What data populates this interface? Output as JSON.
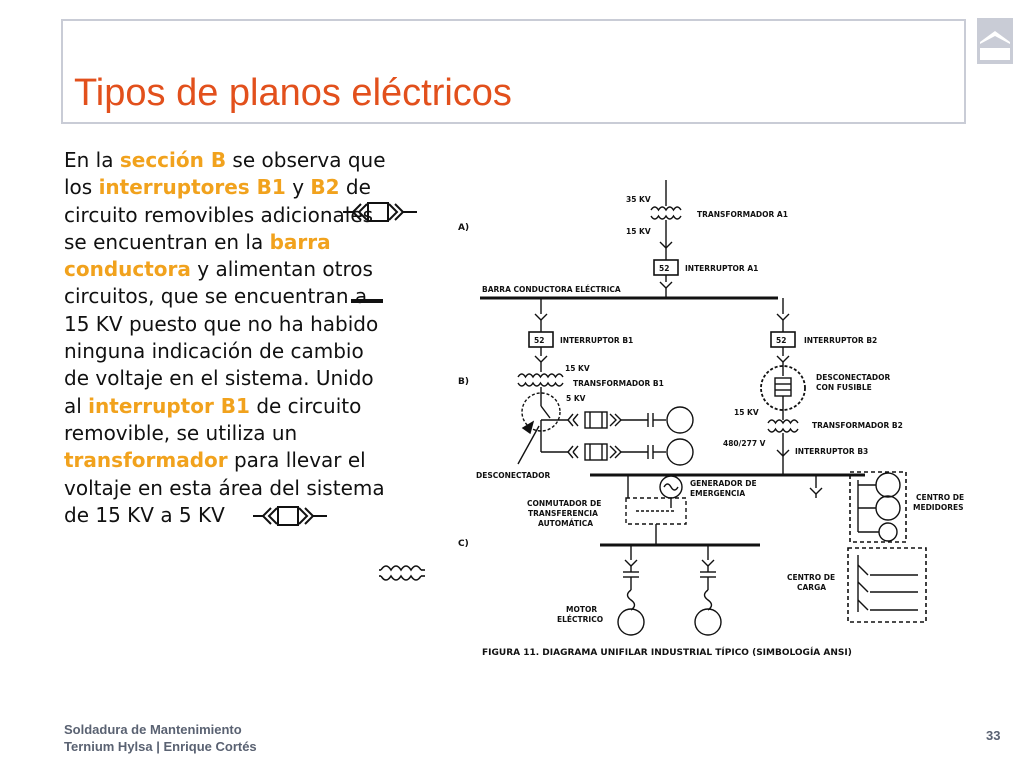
{
  "slide": {
    "title": "Tipos de planos eléctricos",
    "page_number": "33"
  },
  "body": {
    "p1": "En la ",
    "p1_hl": "sección B",
    "p2": " se observa que los ",
    "p2_hl1": "interruptores B1",
    "p2_y": " y ",
    "p2_hl2": "B2",
    "p3": " de circuito removibles adicionales se encuentran en la ",
    "p3_hl": "barra conductora",
    "p4": " y alimentan otros circuitos, que se encuentran a 15 KV puesto que no ha habido ninguna indicación de cambio de voltaje en el sistema. Unido al ",
    "p4_hl": "interruptor B1",
    "p5": " de circuito removible, se utiliza un ",
    "p5_hl": "transformador",
    "p6": " para llevar el voltaje en esta área del sistema de 15 KV a 5 KV"
  },
  "footer": {
    "line1": "Soldadura de Mantenimiento",
    "line2": "Ternium Hylsa | Enrique Cortés"
  },
  "diagram": {
    "section_a": "A)",
    "section_b": "B)",
    "section_c": "C)",
    "kv35": "35 KV",
    "kv15_top": "15 KV",
    "transformador_a1": "TRANSFORMADOR A1",
    "box_52_a1": "52",
    "interruptor_a1": "INTERRUPTOR A1",
    "barra": "BARRA CONDUCTORA ELÉCTRICA",
    "box_52_b1": "52",
    "interruptor_b1": "INTERRUPTOR B1",
    "box_52_b2": "52",
    "interruptor_b2": "INTERRUPTOR B2",
    "kv15_b1": "15 KV",
    "transformador_b1": "TRANSFORMADOR B1",
    "kv5": "5 KV",
    "desconectador_fusible_1": "DESCONECTADOR",
    "desconectador_fusible_2": "CON FUSIBLE",
    "kv15_b2": "15 KV",
    "transformador_b2": "TRANSFORMADOR B2",
    "v480": "480/277 V",
    "interruptor_b3": "INTERRUPTOR B3",
    "desconectador": "DESCONECTADOR",
    "generador_1": "GENERADOR DE",
    "generador_2": "EMERGENCIA",
    "conmutador_1": "CONMUTADOR DE",
    "conmutador_2": "TRANSFERENCIA",
    "conmutador_3": "AUTOMÁTICA",
    "centro_medidores_1": "CENTRO DE",
    "centro_medidores_2": "MEDIDORES",
    "centro_carga_1": "CENTRO DE",
    "centro_carga_2": "CARGA",
    "motor_1": "MOTOR",
    "motor_2": "ELÉCTRICO",
    "caption": "FIGURA 11. DIAGRAMA UNIFILAR INDUSTRIAL TÍPICO (SIMBOLOGÍA ANSI)"
  },
  "colors": {
    "title": "#e2501c",
    "highlight": "#f1a21d",
    "footer": "#5a6272",
    "frame": "#c9ccd6"
  }
}
